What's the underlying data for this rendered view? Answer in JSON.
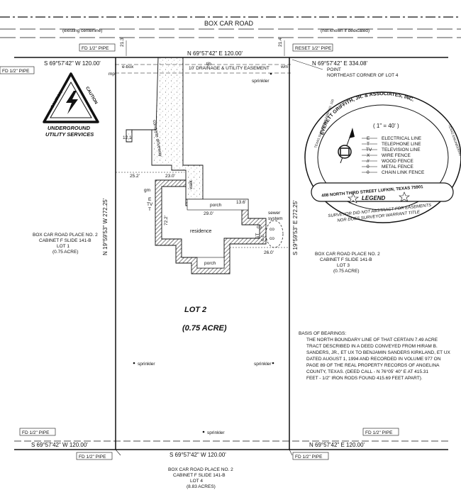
{
  "road": {
    "name": "BOX CAR ROAD",
    "left_note": "(existing centerline)",
    "right_note": "(not known if dedicated)"
  },
  "top_line": {
    "north_bearing": "N 69°57'42\" E 120.00'",
    "west_bearing": "S 69°57'42\" W 120.00'",
    "east_bearing": "N 69°57'42\" E 334.08'",
    "dim_left": "21.3'",
    "dim_right": "21.4'",
    "fd_left_top": "FD 1/2\" PIPE",
    "fd_left": "FD 1/2\" PIPE",
    "reset_right": "RESET 1/2\" PIPE",
    "point_label": "POINT",
    "point_desc": "NORTHEAST CORNER OF LOT 4",
    "ebox": "e-box",
    "mp": "mp",
    "tjb": "tjb",
    "wm": "wm",
    "easement": "10' DRAINAGE & UTILITY EASEMENT"
  },
  "caution": {
    "word_left": "CAUTION",
    "word_right": "CAUTION",
    "line1": "UNDERGROUND",
    "line2": "UTILITY SERVICES"
  },
  "plan": {
    "driveway": "concrete driveway",
    "walk": "walk",
    "porch_top": "porch",
    "porch_bottom": "porch",
    "residence": "residence",
    "dim_12_1": "12.1'",
    "dim_25_2": "25.2'",
    "dim_23_0": "23.0'",
    "dim_29_0": "29.0'",
    "dim_13_6": "13.6'",
    "dim_72_2": "72.2'",
    "dim_26_0": "26.0'",
    "gm": "gm",
    "e": "E",
    "tv": "TV",
    "t": "T",
    "co1": "co",
    "co2": "co",
    "co3": "co",
    "sewer1": "sewer",
    "sewer2": "system",
    "oc1": "ST",
    "oc2": "o.c.",
    "sprinkler_top": "sprinkler",
    "sprinkler_left": "sprinkler",
    "sprinkler_right": "sprinkler",
    "sprinkler_bottom": "sprinkler",
    "lot_label": "LOT 2",
    "lot_acre": "(0.75 ACRE)"
  },
  "west_line": "N 19°59'53\" W 272.25'",
  "east_line": "S 19°59'53\" E 272.25'",
  "lot1": [
    "BOX CAR ROAD PLACE NO. 2",
    "CABINET F  SLIDE 141-B",
    "LOT 1",
    "(0.75 ACRE)"
  ],
  "lot3": [
    "BOX CAR ROAD PLACE NO. 2",
    "CABINET F  SLIDE 141-B",
    "LOT 3",
    "(0.75 ACRE)"
  ],
  "lot4": [
    "BOX CAR ROAD PLACE NO. 2",
    "CABINET F  SLIDE 141-B",
    "LOT 4",
    "(8.83 ACRES)"
  ],
  "bearings_note": [
    "BASIS OF BEARINGS:",
    "THE NORTH BOUNDARY LINE OF THAT CERTAIN 7.49 ACRE",
    "TRACT DESCRIBED IN A DEED CONVEYED FROM HIRAM B.",
    "SANDERS, JR., ET UX TO BENJAMIN SANDERS KIRKLAND, ET UX",
    "DATED AUGUST 1, 1994 AND RECORDED IN VOLUME 977 ON",
    "PAGE 89 OF THE REAL PROPERTY RECORDS OF ANGELINA",
    "COUNTY, TEXAS. (DEED CALL - N 76°05' 40\" E AT 415.31",
    "FEET - 1/2\" IRON RODS FOUND 415.69 FEET APART)."
  ],
  "bottom_line": {
    "south_bearing": "S 69°57'42\" W 120.00'",
    "west_bearing": "S 69°57'42\" W 120.00'",
    "east_bearing": "N 69°57'42\" E 120.00'",
    "fd_left_top": "FD 1/2\" PIPE",
    "fd_left_bottom": "FD 1/2\" PIPE",
    "fd_right_top": "FD 1/2\" PIPE",
    "fd_right_bottom": "FD 1/2\" PIPE"
  },
  "legend": {
    "arc_top": "EVERETT GRIFFITH, JR. & ASSOCIATES, INC.",
    "arc_right": "TEXAS ENGINEERING FIRM NO. 0",
    "arc_left": "TEXAS SURVEYING FIRM NO. 100",
    "address": "408 NORTH THIRD STREET LUFKIN, TEXAS 75901",
    "scale": "( 1\" = 40' )",
    "title": "LEGEND",
    "items": [
      {
        "sym": "E",
        "label": "ELECTRICAL LINE"
      },
      {
        "sym": "T",
        "label": "TELEPHONE LINE"
      },
      {
        "sym": "TV",
        "label": "TELEVISION LINE"
      },
      {
        "sym": "X",
        "label": "WIRE FENCE"
      },
      {
        "sym": "//",
        "label": "WOOD FENCE"
      },
      {
        "sym": "0",
        "label": "METAL FENCE"
      },
      {
        "sym": "0",
        "label": "CHAIN LINK FENCE"
      }
    ],
    "note1": "SURVEYOR DID NOT ABSTRACT FOR EASEMENTS",
    "note2": "NOR DOES SURVEYOR WARRANT TITLE"
  }
}
